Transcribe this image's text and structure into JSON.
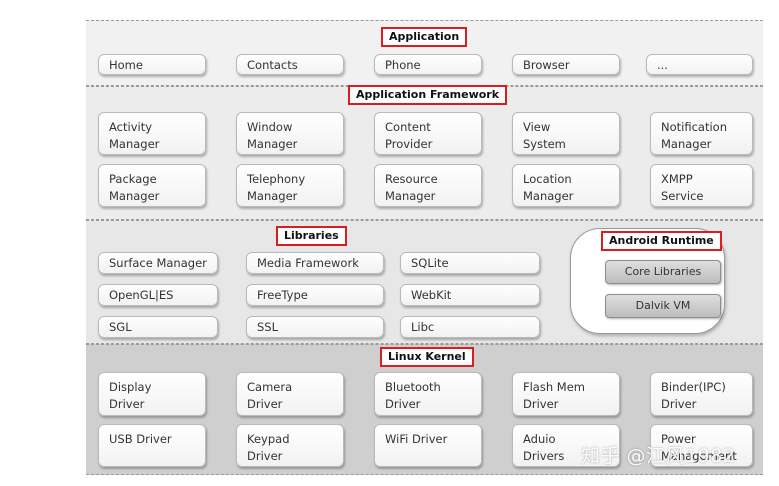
{
  "application": {
    "title": "Application",
    "items": [
      "Home",
      "Contacts",
      "Phone",
      "Browser",
      "..."
    ]
  },
  "framework": {
    "title": "Application Framework",
    "items": [
      "Activity\nManager",
      "Window\nManager",
      "Content\nProvider",
      "View\nSystem",
      "Notification\nManager",
      "Package\nManager",
      "Telephony\nManager",
      "Resource\nManager",
      "Location\nManager",
      "XMPP\nService"
    ]
  },
  "libraries": {
    "title": "Libraries",
    "items": [
      "Surface Manager",
      "Media Framework",
      "SQLite",
      "OpenGL|ES",
      "FreeType",
      "WebKit",
      "SGL",
      "SSL",
      "Libc"
    ]
  },
  "runtime": {
    "title": "Android Runtime",
    "items": [
      "Core Libraries",
      "Dalvik VM"
    ]
  },
  "kernel": {
    "title": "Linux Kernel",
    "items": [
      "Display\nDriver",
      "Camera\nDriver",
      "Bluetooth\nDriver",
      "Flash Mem\n Driver",
      "Binder(IPC)\nDriver",
      "USB Driver",
      "Keypad\nDriver",
      "WiFi Driver",
      "Aduio\nDrivers",
      "Power\nManagement"
    ]
  },
  "watermark": "知乎 @江风1982"
}
